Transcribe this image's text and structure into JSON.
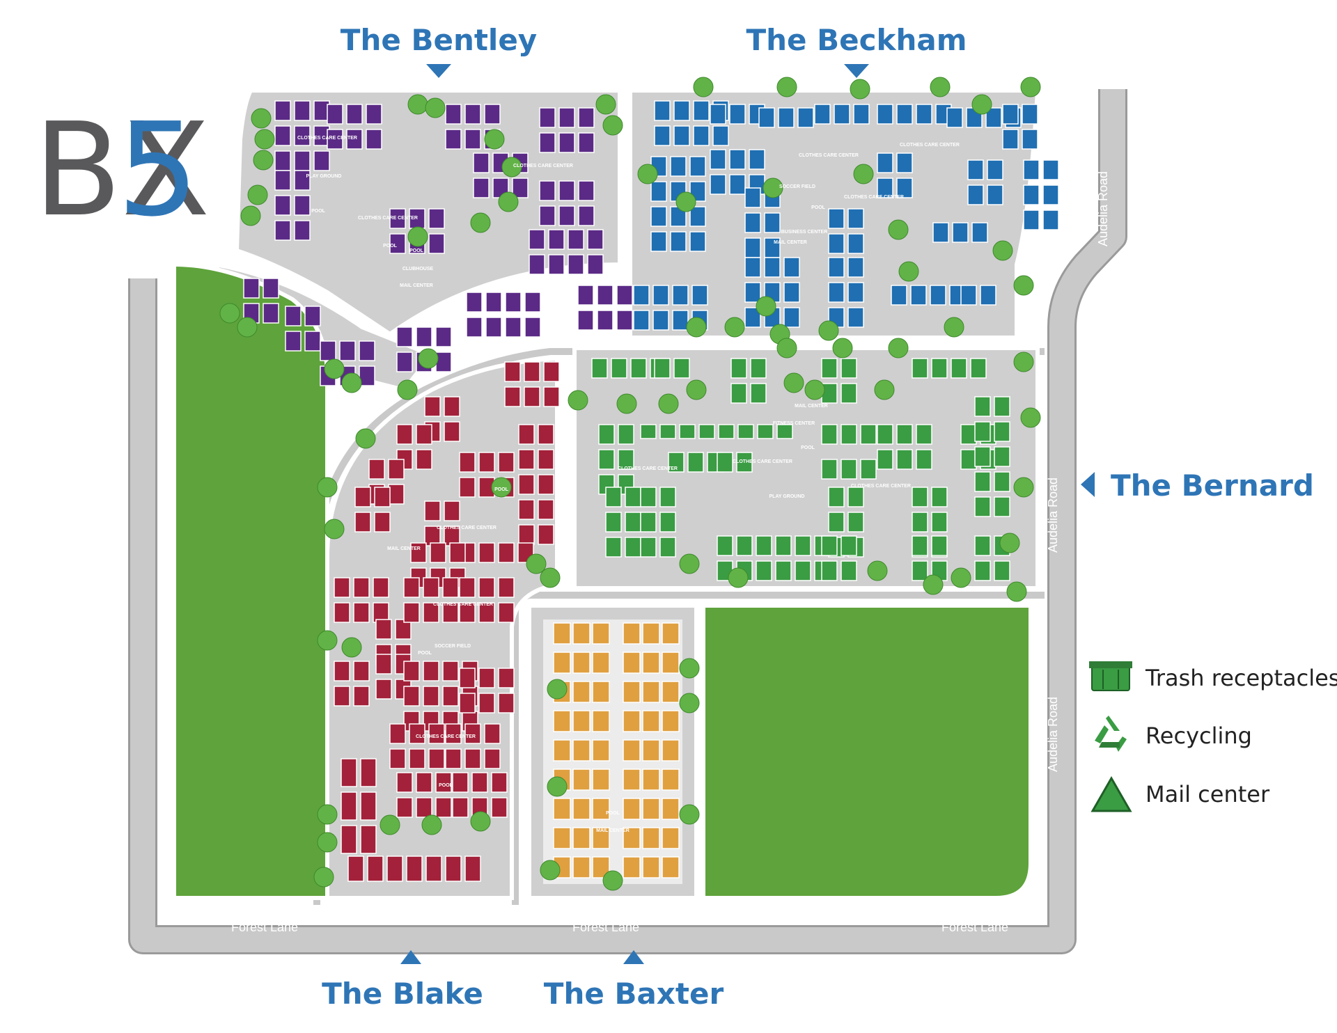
{
  "logo": {
    "letters": "BX",
    "digit": "5"
  },
  "properties": [
    {
      "name": "The Bentley",
      "color": "#5b2a86"
    },
    {
      "name": "The Beckham",
      "color": "#1f6fb2"
    },
    {
      "name": "The Bernard",
      "color": "#3a9c43"
    },
    {
      "name": "The Blake",
      "color": "#a3213a"
    },
    {
      "name": "The Baxter",
      "color": "#e0a040"
    }
  ],
  "roads": {
    "forest_lane": [
      "Forest Lane",
      "Forest Lane",
      "Forest Lane"
    ],
    "audelia_road": [
      "Audelia Road",
      "Audelia Road",
      "Audelia Road"
    ]
  },
  "legend": {
    "trash": {
      "label": "Trash receptacles",
      "icon": "dumpster-icon",
      "color": "#3a9c43"
    },
    "recycling": {
      "label": "Recycling",
      "icon": "recycle-icon",
      "color": "#3a9c43"
    },
    "mail": {
      "label": "Mail center",
      "icon": "triangle-icon",
      "color": "#3a9c43"
    }
  },
  "amenities": {
    "bentley": [
      "PLAY GROUND",
      "CLOTHES CARE CENTER",
      "CLOTHES CARE CENTER",
      "POOL",
      "POOL",
      "CLUBHOUSE",
      "MAIL CENTER",
      "CLOTHES CARE CENTER",
      "POOL"
    ],
    "beckham": [
      "CLOTHES CARE CENTER",
      "SOCCER FIELD",
      "POOL",
      "BUSINESS CENTER",
      "MAIL CENTER",
      "CLOTHES CARE CENTER",
      "CLOTHES CARE CENTER"
    ],
    "bernard": [
      "MAIL CENTER",
      "FITNESS CENTER",
      "POOL",
      "CLOTHES CARE CENTER",
      "PLAY GROUND",
      "CLOTHES CARE CENTER",
      "CLOTHES CARE CENTER"
    ],
    "blake": [
      "POOL",
      "CLOTHES CARE CENTER",
      "MAIL CENTER",
      "CLOTHES CARE CENTER",
      "SOCCER FIELD",
      "POOL",
      "CLOTHES CARE CENTER",
      "POOL"
    ],
    "baxter": [
      "POOL",
      "MAIL CENTER"
    ]
  },
  "colors": {
    "road": "#c9c9c9",
    "road_edge": "#9a9a9a",
    "lot": "#cfcfcf",
    "grass": "#5ea33b",
    "tree": "#62b347",
    "accent": "#2e75b6"
  }
}
